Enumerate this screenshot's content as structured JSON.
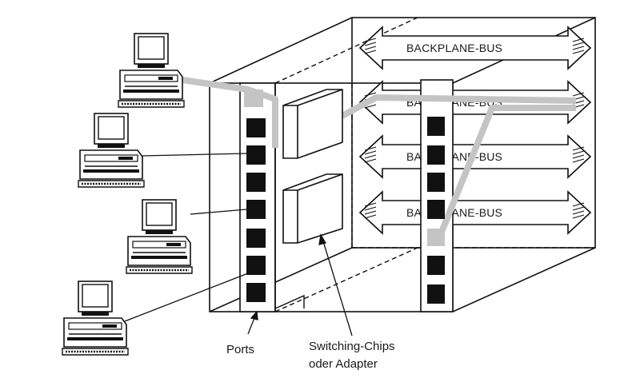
{
  "bus": {
    "labels": [
      "BACKPLANE-BUS",
      "BACKPLANE-BUS",
      "BACKPLANE-BUS",
      "BACKPLANE-BUS"
    ]
  },
  "labels": {
    "ports": "Ports",
    "switching_line1": "Switching-Chips",
    "switching_line2": "oder Adapter"
  },
  "colors": {
    "stroke": "#111111",
    "gray_path": "#c4c4c4",
    "port_fill": "#111111"
  }
}
